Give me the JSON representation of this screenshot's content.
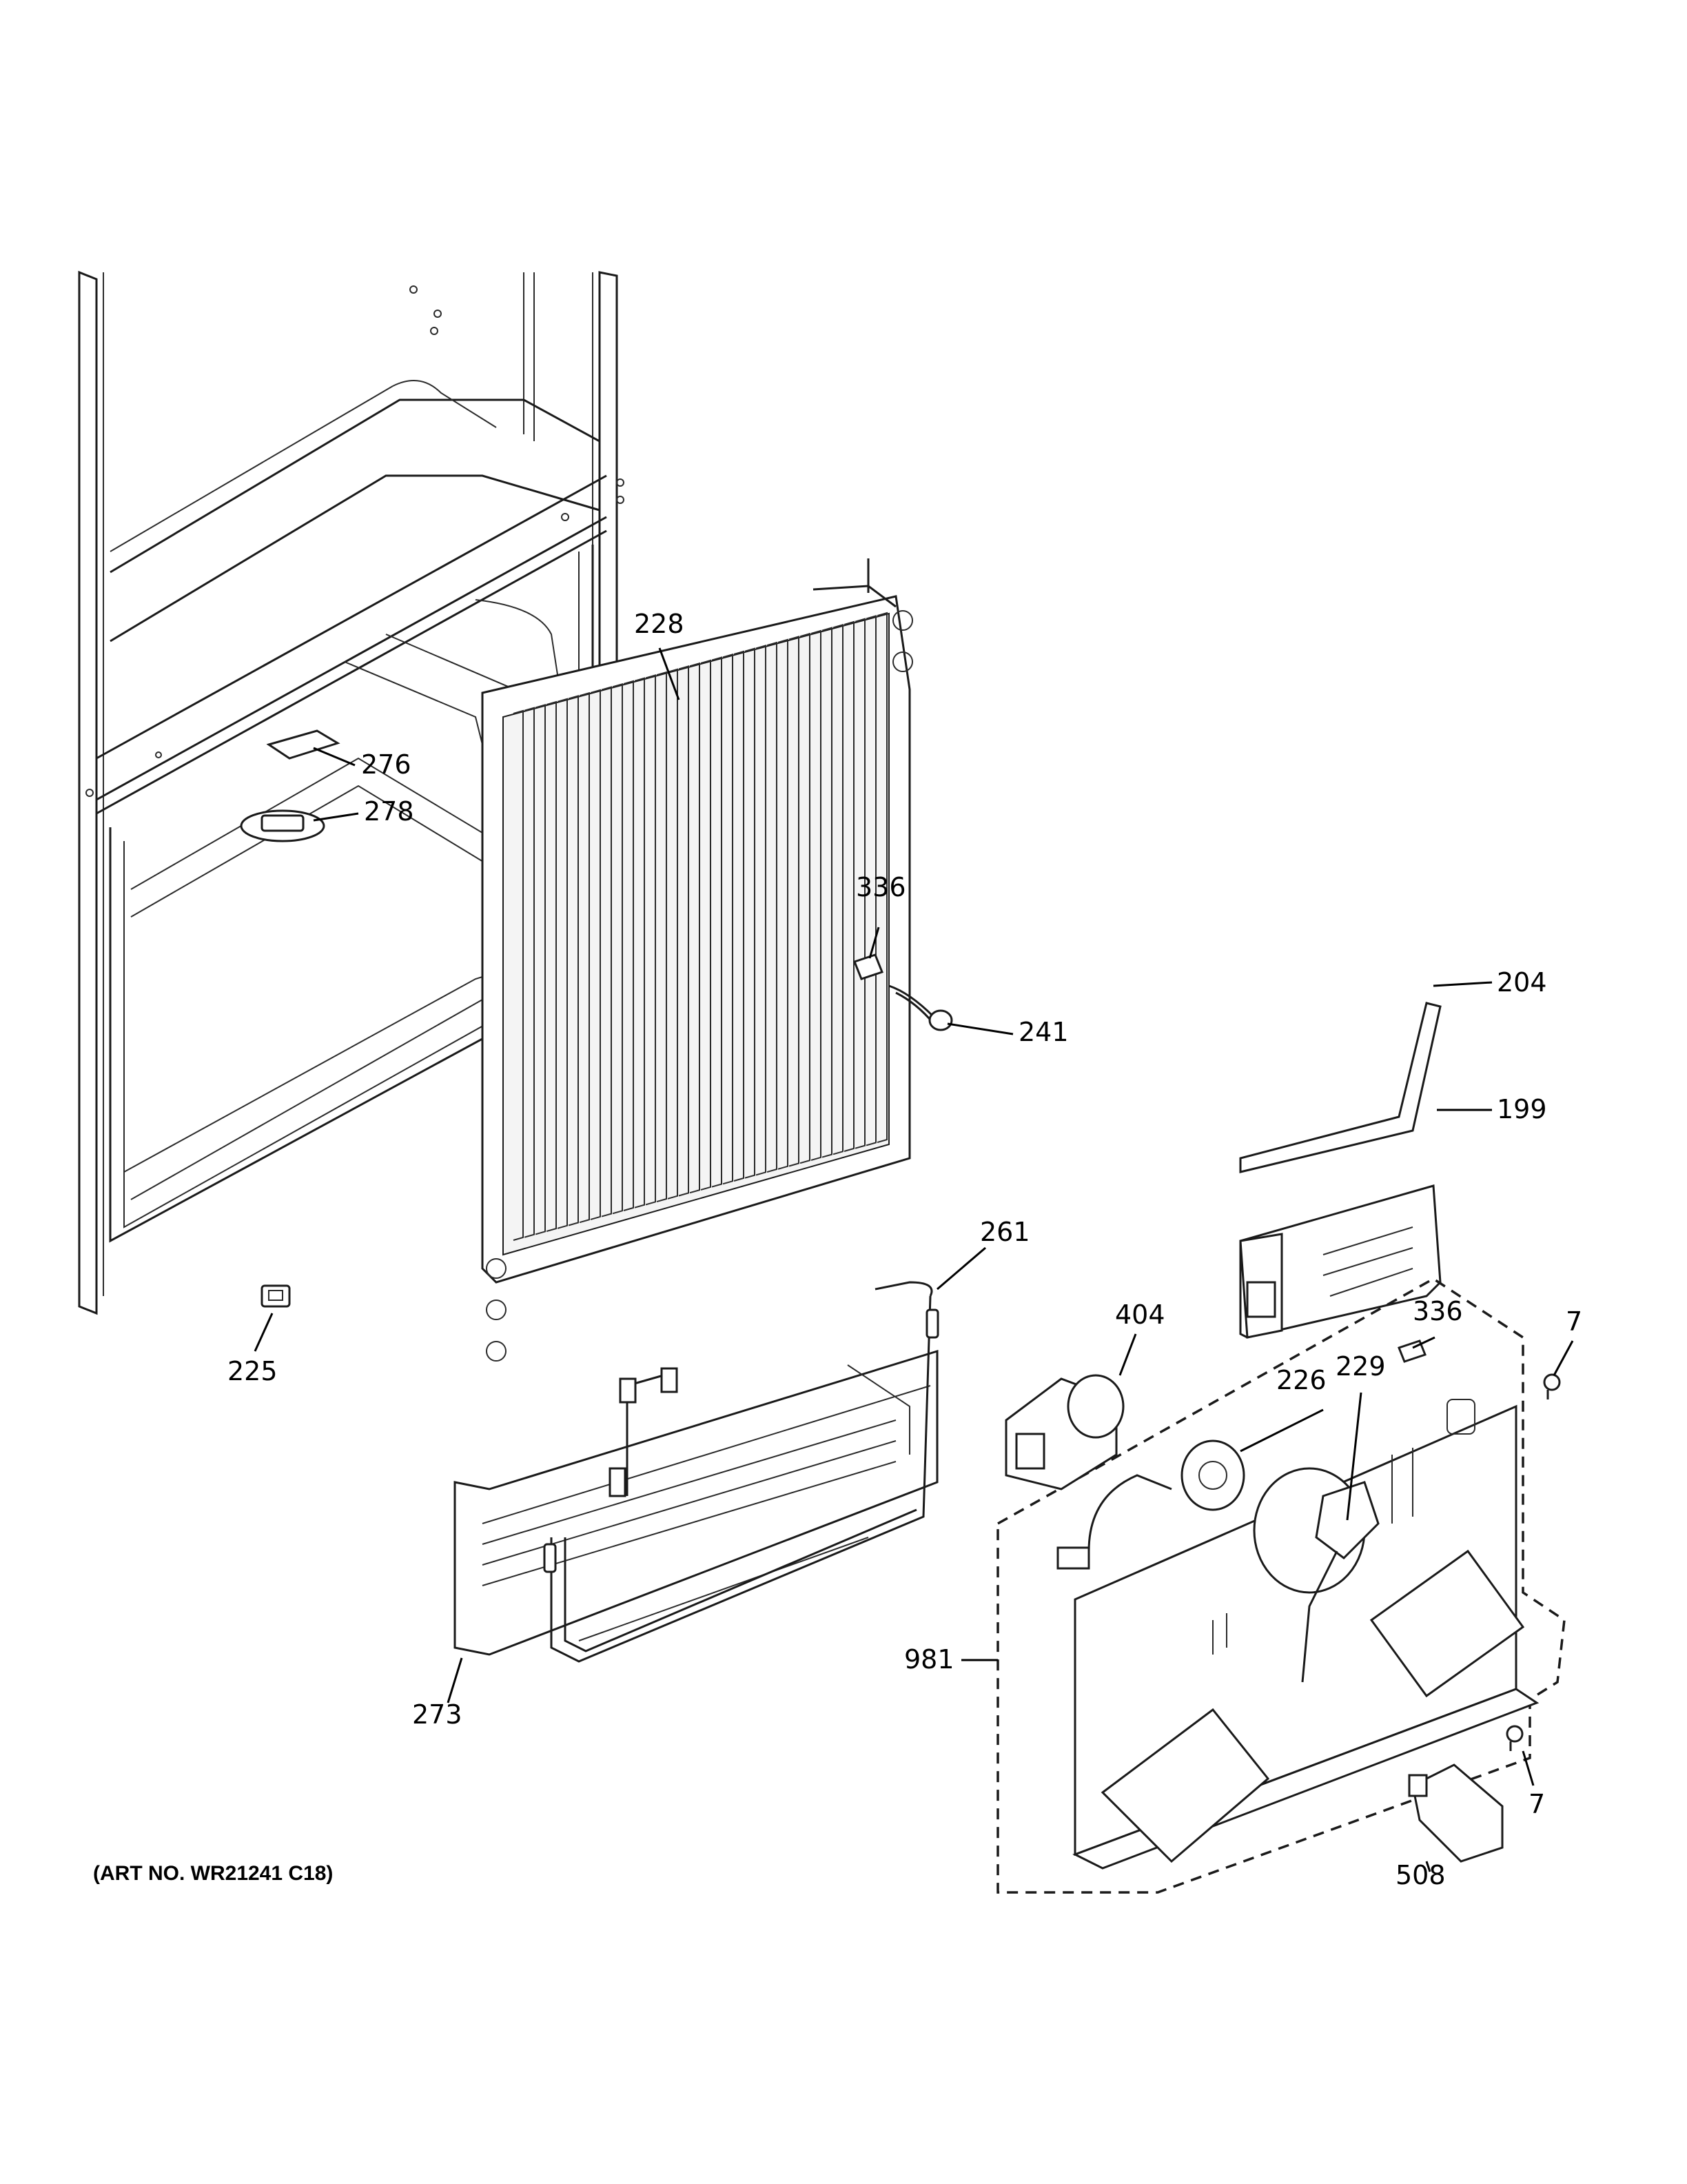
{
  "art_number": "(ART NO. WR21241 C18)",
  "callouts": {
    "c276": "276",
    "c278": "278",
    "c225": "225",
    "c336_upper": "336",
    "c241": "241",
    "c228": "228",
    "c204": "204",
    "c199": "199",
    "c261": "261",
    "c404": "404",
    "c336_lower": "336",
    "c7_upper": "7",
    "c226": "226",
    "c229": "229",
    "c981": "981",
    "c7_lower": "7",
    "c508": "508",
    "c273": "273"
  }
}
